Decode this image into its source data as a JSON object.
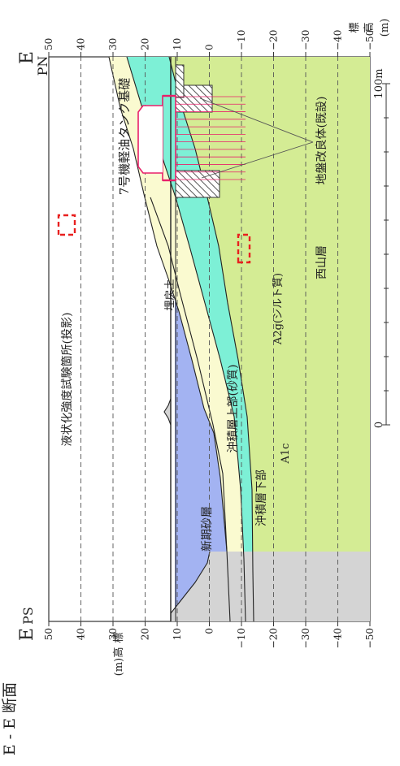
{
  "section_title": "E - E 断面",
  "end_left": {
    "letter": "E",
    "tag": "PS"
  },
  "end_right": {
    "letter": "E",
    "tag": "PN"
  },
  "elevation_axis": {
    "label_chars": [
      "標",
      "高",
      "(m)"
    ],
    "ticks": [
      "50",
      "40",
      "30",
      "20",
      "10",
      "0",
      "−10",
      "−20",
      "−30",
      "−40",
      "−50"
    ]
  },
  "scale_bar": {
    "zero_label": "0",
    "end_label": "100m"
  },
  "legend": {
    "test_location_label": "液状化強度試験箇所(投影)"
  },
  "labels": {
    "tank": "7号機軽油タンク基礎",
    "fill": "埋戻土",
    "new_sand": "新期砂層",
    "alluvium_upper": "沖積層上部(砂質)",
    "alluvium_lower": "沖積層下部",
    "a2g": "A2g(シルト質)",
    "alc": "A1c",
    "nishiyama": "西山層",
    "improvement": "地盤改良体(既設)"
  },
  "colors": {
    "nishiyama": "#a3b3f2",
    "alc": "#7c7ee8",
    "a2g": "#e5b07c",
    "alluvium_lower": "#fafad0",
    "alluvium_upper": "#7df0d6",
    "new_sand": "#d4ec94",
    "fill_ground": "#d4d4d4",
    "test_marker": "#e8201f",
    "tank": "#e8206a"
  }
}
